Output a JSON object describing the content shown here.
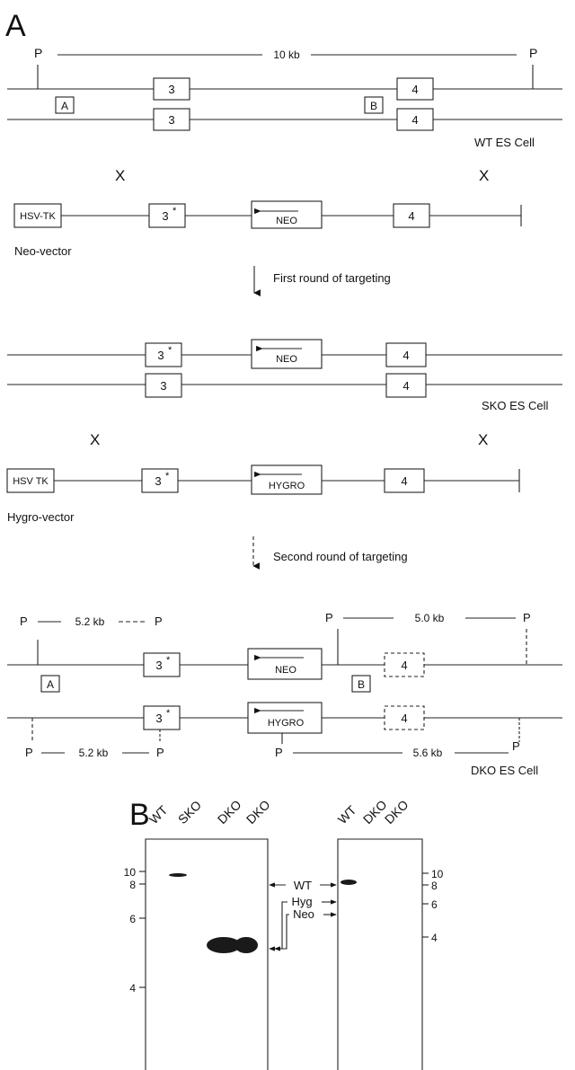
{
  "panel_a": {
    "label": "A",
    "p": "P",
    "x": "X",
    "asterisk": "*",
    "wt": {
      "distance": "10 kb",
      "region_a": "A",
      "region_b": "B",
      "exon_3": "3",
      "exon_4": "4",
      "caption": "WT ES Cell"
    },
    "neo_vector": {
      "hsv_tk": "HSV-TK",
      "exon_3": "3",
      "neo": "NEO",
      "exon_4": "4",
      "caption": "Neo-vector"
    },
    "first_round": "First round of targeting",
    "sko": {
      "exon_3": "3",
      "neo": "NEO",
      "exon_4": "4",
      "caption": "SKO ES Cell"
    },
    "hygro_vector": {
      "hsv_tk": "HSV TK",
      "exon_3": "3",
      "hygro": "HYGRO",
      "exon_4": "4",
      "caption": "Hygro-vector"
    },
    "second_round": "Second round of targeting",
    "dko": {
      "top_left_distance": "5.2 kb",
      "top_right_distance": "5.0 kb",
      "bottom_left_distance": "5.2 kb",
      "bottom_right_distance": "5.6 kb",
      "region_a": "A",
      "region_b": "B",
      "exon_3": "3",
      "exon_4": "4",
      "neo": "NEO",
      "hygro": "HYGRO",
      "caption": "DKO ES Cell"
    }
  },
  "panel_b": {
    "label": "B",
    "left_lanes": [
      "WT",
      "SKO",
      "DKO",
      "DKO"
    ],
    "right_lanes": [
      "WT",
      "DKO",
      "DKO"
    ],
    "left_ticks": [
      "10",
      "8",
      "6",
      "4"
    ],
    "right_ticks": [
      "10",
      "8",
      "6",
      "4"
    ],
    "band_labels": {
      "wt": "WT",
      "hyg": "Hyg",
      "neo": "Neo"
    },
    "band_color": "#1a1a1a"
  }
}
